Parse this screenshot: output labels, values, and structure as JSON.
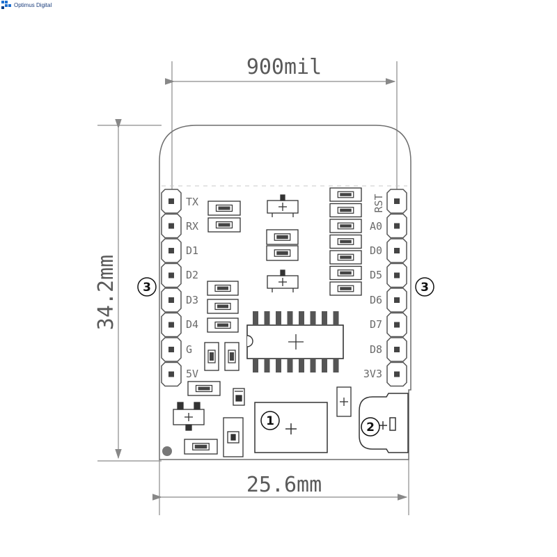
{
  "brand": {
    "name": "Optimus Digital"
  },
  "dimensions": {
    "width_mil": "900mil",
    "height_mm": "34.2mm",
    "width_mm": "25.6mm"
  },
  "pins_left": [
    "TX",
    "RX",
    "D1",
    "D2",
    "D3",
    "D4",
    "G",
    "5V"
  ],
  "pins_right": [
    "RST",
    "A0",
    "D0",
    "D5",
    "D6",
    "D7",
    "D8",
    "3V3"
  ],
  "callouts": {
    "chip": "1",
    "button": "2",
    "headers": "3"
  },
  "colors": {
    "line": "#6d6d6d",
    "text": "#5a5a5a",
    "brand": "#1e6fd0"
  }
}
